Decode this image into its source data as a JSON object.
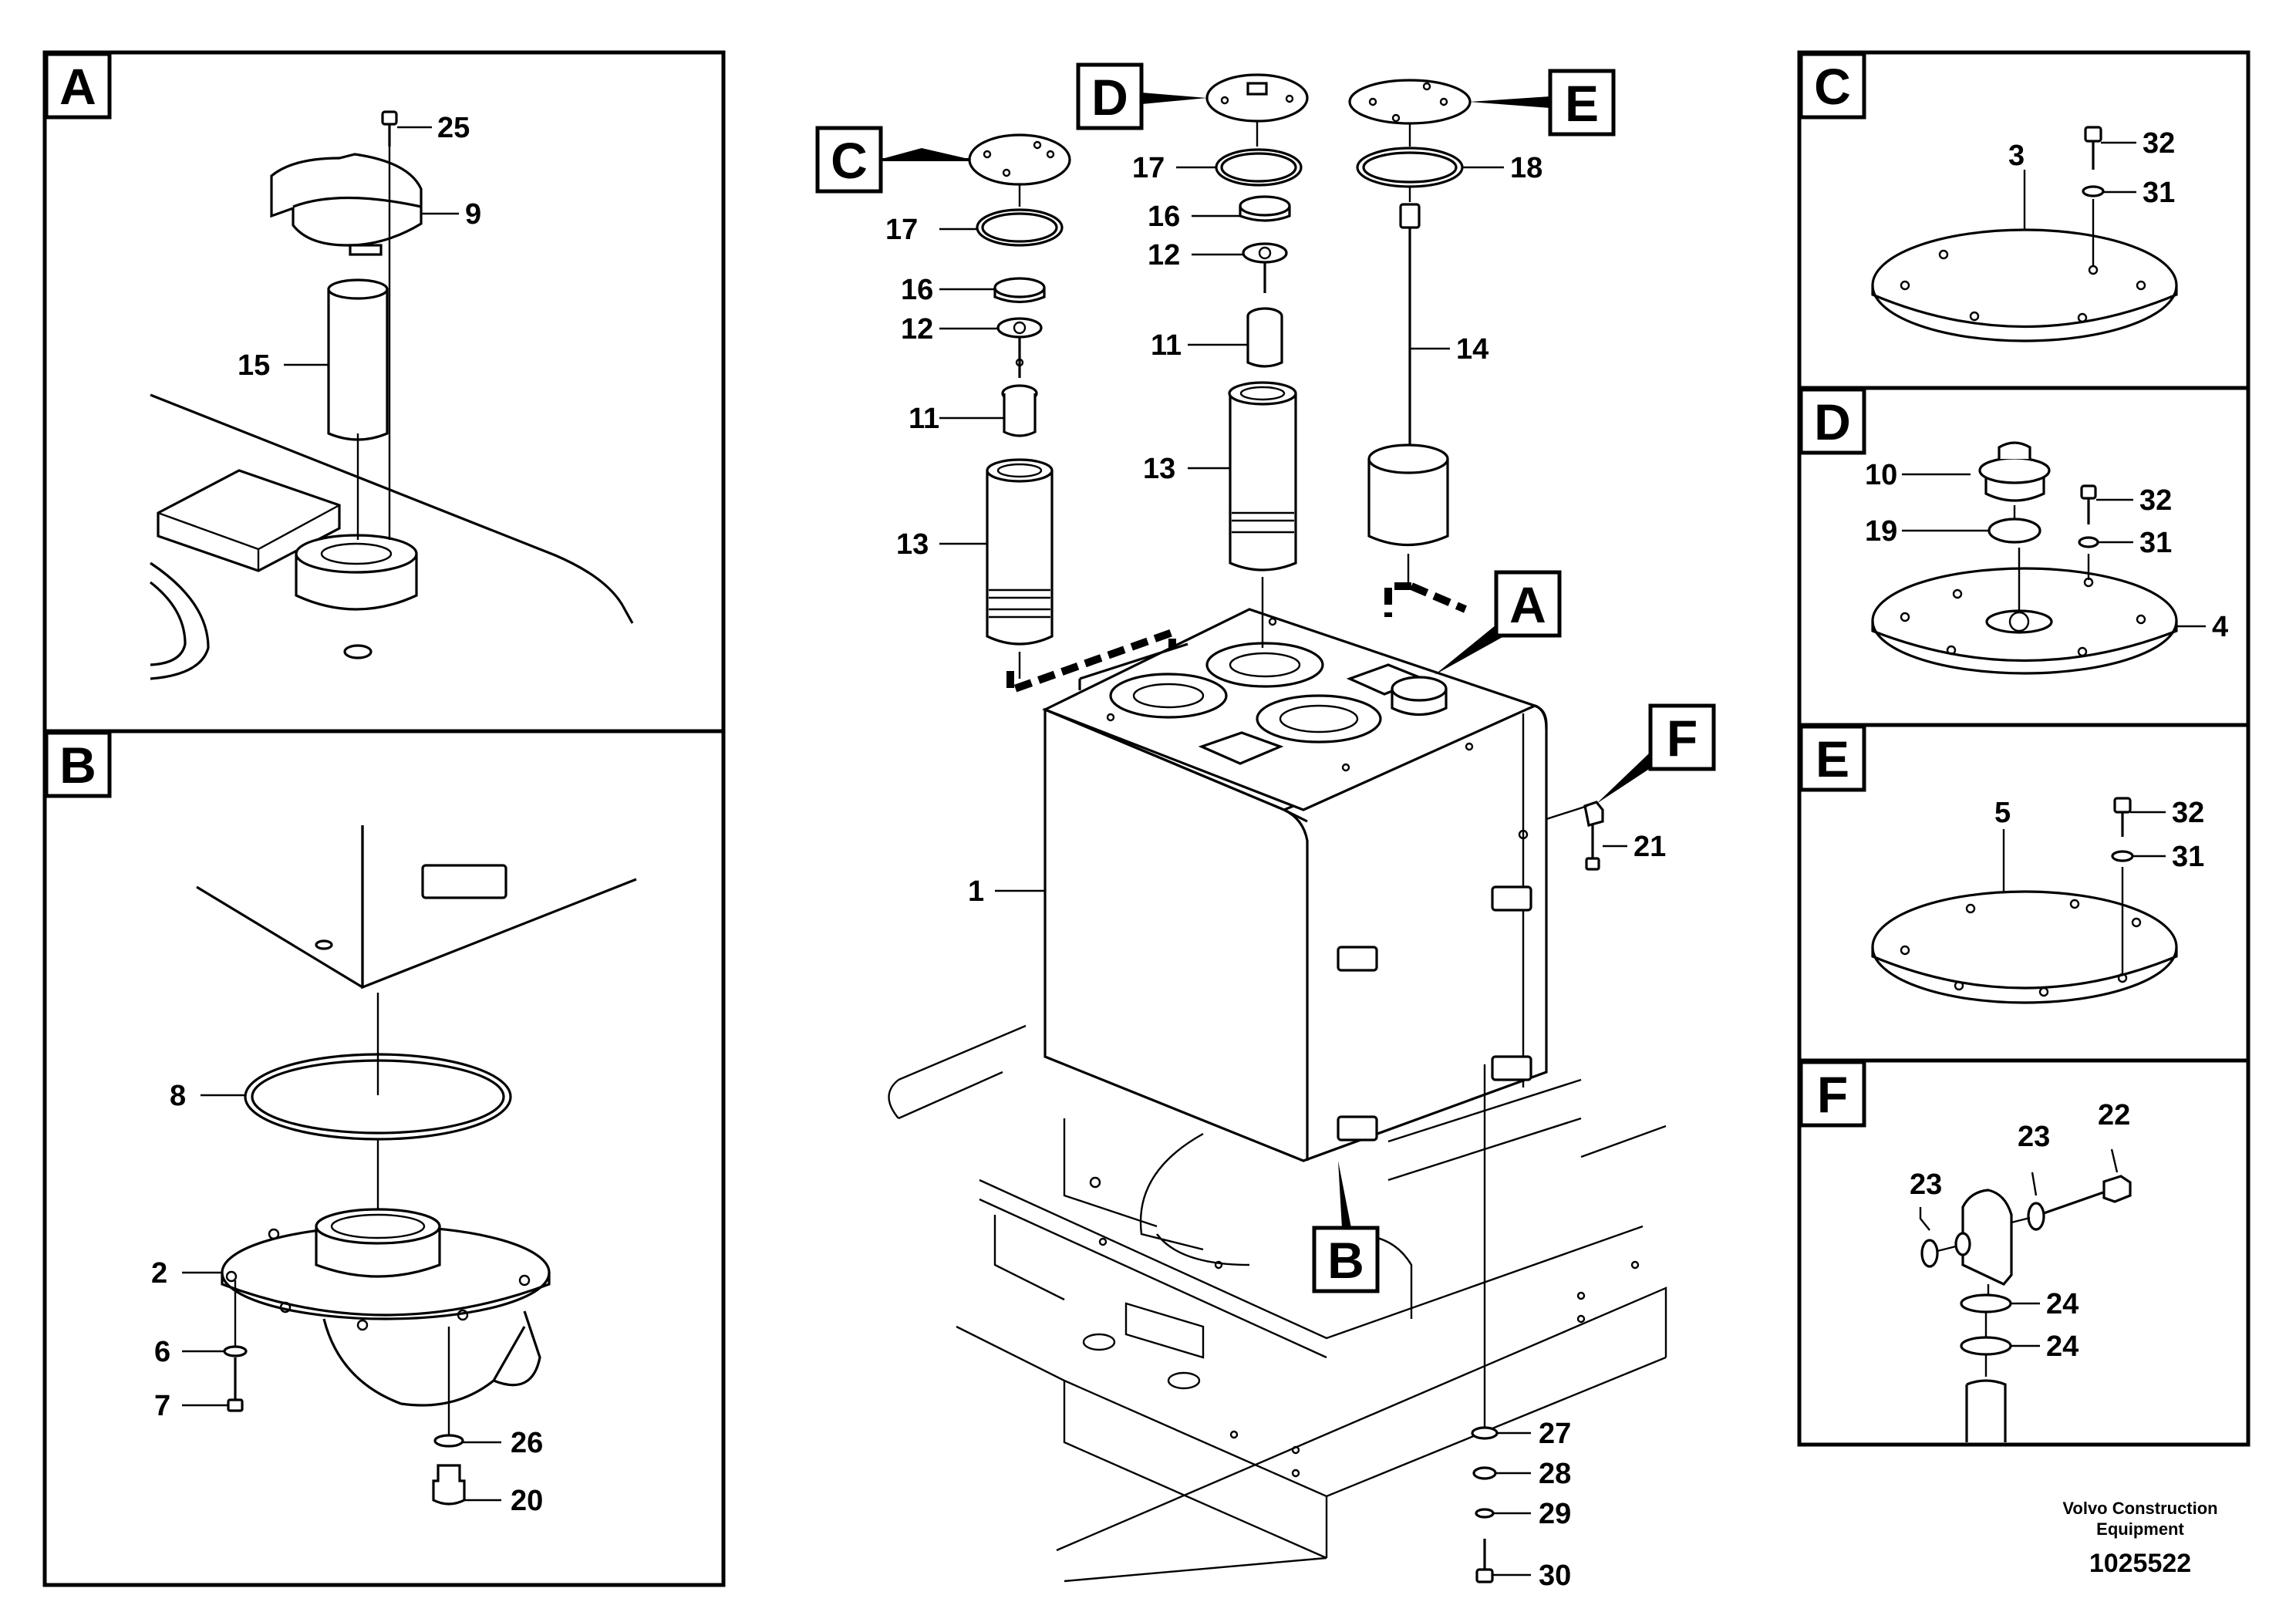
{
  "panels": {
    "A": "A",
    "B": "B",
    "C": "C",
    "D": "D",
    "E": "E",
    "F": "F"
  },
  "callouts": {
    "main_C": "C",
    "main_D": "D",
    "main_E": "E",
    "main_A": "A",
    "main_F": "F",
    "main_B": "B"
  },
  "parts": {
    "p1": "1",
    "p2": "2",
    "p3": "3",
    "p4": "4",
    "p5": "5",
    "p6": "6",
    "p7": "7",
    "p8": "8",
    "p9": "9",
    "p10": "10",
    "p11a": "11",
    "p11b": "11",
    "p12a": "12",
    "p12b": "12",
    "p13a": "13",
    "p13b": "13",
    "p14": "14",
    "p15": "15",
    "p16a": "16",
    "p16b": "16",
    "p17a": "17",
    "p17b": "17",
    "p18": "18",
    "p19": "19",
    "p20": "20",
    "p21": "21",
    "p22": "22",
    "p23a": "23",
    "p23b": "23",
    "p24a": "24",
    "p24b": "24",
    "p25": "25",
    "p26": "26",
    "p27": "27",
    "p28": "28",
    "p29": "29",
    "p30": "30",
    "p31a": "31",
    "p31b": "31",
    "p31c": "31",
    "p32a": "32",
    "p32b": "32",
    "p32c": "32"
  },
  "footer": {
    "company_line1": "Volvo Construction",
    "company_line2": "Equipment",
    "drawing_number": "1025522"
  }
}
